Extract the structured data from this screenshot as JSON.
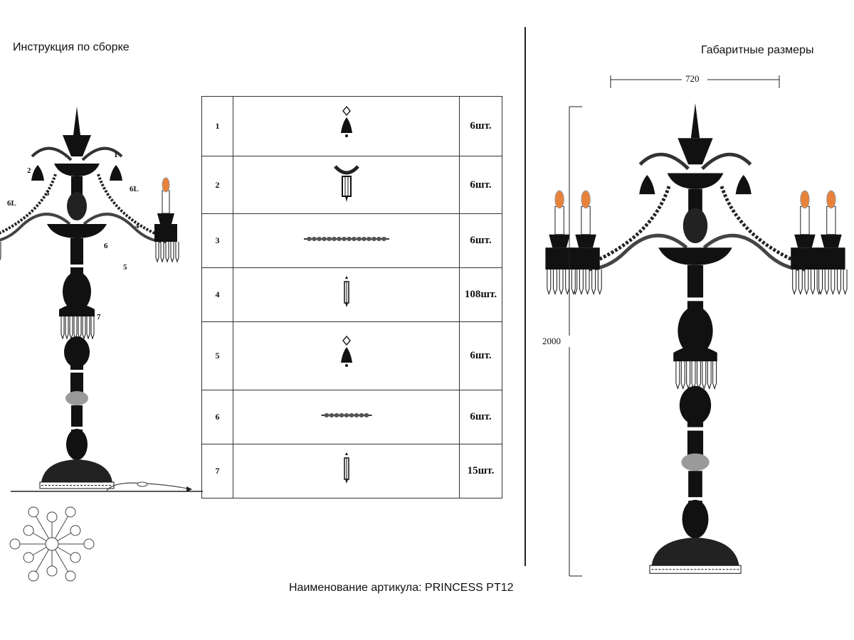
{
  "left_title": "Инструкция по сборке",
  "right_title": "Габаритные размеры",
  "article": "Наименование артикула: PRINCESS PT12",
  "dimensions": {
    "width": "720",
    "height": "2000"
  },
  "callouts": [
    "1",
    "2",
    "3",
    "6L",
    "6L",
    "4",
    "6",
    "5",
    "7"
  ],
  "parts": [
    {
      "num": "1",
      "icon": "bell-pendant-icon",
      "qty": "6шт."
    },
    {
      "num": "2",
      "icon": "crystal-drop-pendant-icon",
      "qty": "6шт."
    },
    {
      "num": "3",
      "icon": "long-bead-chain-icon",
      "qty": "6шт."
    },
    {
      "num": "4",
      "icon": "prism-crystal-icon",
      "qty": "108шт."
    },
    {
      "num": "5",
      "icon": "bell-pendant-icon",
      "qty": "6шт."
    },
    {
      "num": "6",
      "icon": "short-bead-chain-icon",
      "qty": "6шт."
    },
    {
      "num": "7",
      "icon": "prism-crystal-icon",
      "qty": "15шт."
    }
  ],
  "colors": {
    "ink": "#111111",
    "flame": "#e8823a",
    "glass": "#9a9a9a"
  }
}
